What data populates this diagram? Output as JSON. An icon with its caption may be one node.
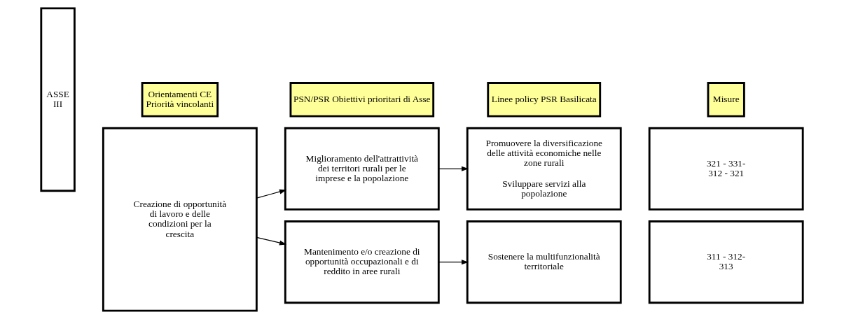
{
  "diagram": {
    "nodes": [
      {
        "text": [
          "Orientamenti CE Priorità vincolanti"
        ]
      },
      {
        "text": [
          "PSN/PSR Obiettivi prioritari di Asse"
        ]
      },
      {
        "text": [
          "Linee policy PSR Basilicata"
        ]
      },
      {
        "text": [
          "Misure"
        ]
      },
      {
        "text": [
          "ASSE III"
        ]
      },
      {
        "text": [
          "Creazione di opportunità di lavoro e delle condizioni per la crescita"
        ]
      },
      {
        "text": [
          "Miglioramento dell'attrattività dei territori rurali per le imprese e la popolazione"
        ]
      },
      {
        "text": [
          "Promuovere la diversificazione delle attività economiche nelle zone rurali",
          "Sviluppare servizi alla popolazione"
        ]
      },
      {
        "text": [
          "321 - 331- 312 - 321"
        ]
      },
      {
        "text": [
          "Mantenimento e/o creazione di opportunità occupazionali e di reddito in aree rurali"
        ]
      },
      {
        "text": [
          "Sostenere la multifunzionalità territoriale"
        ]
      },
      {
        "text": [
          "311 - 312- 313"
        ]
      }
    ],
    "edges": [
      {
        "from": 5,
        "to": 6,
        "arrow": "to"
      },
      {
        "from": 5,
        "to": 9,
        "arrow": "to"
      },
      {
        "from": 6,
        "to": 7,
        "arrow": "to"
      },
      {
        "from": 9,
        "to": 10,
        "arrow": "to"
      }
    ]
  }
}
